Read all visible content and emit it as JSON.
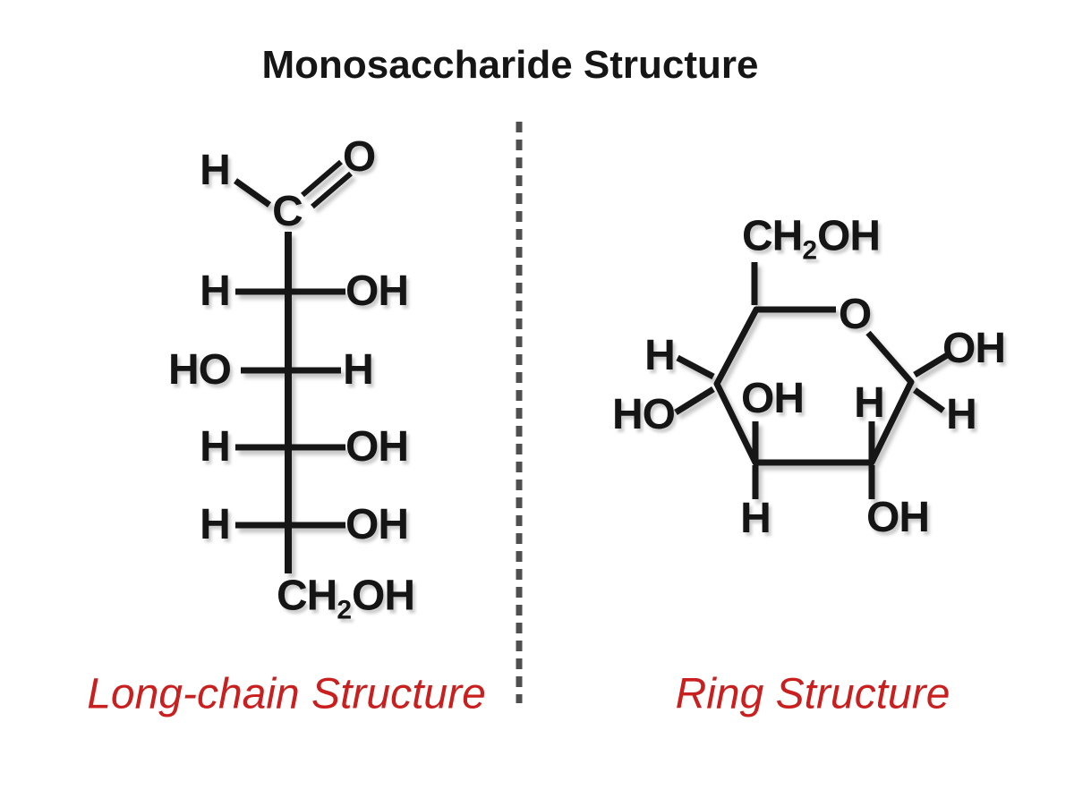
{
  "title": "Monosaccharide Structure",
  "colors": {
    "ink": "#151515",
    "accent_red": "#c9201f",
    "divider_gray": "#4f4f4f"
  },
  "fischer": {
    "caption": "Long-chain Structure",
    "aldehyde": {
      "h": "H",
      "c": "C",
      "o": "O"
    },
    "rows": [
      {
        "left": "H",
        "right": "OH"
      },
      {
        "left": "HO",
        "right": "H"
      },
      {
        "left": "H",
        "right": "OH"
      },
      {
        "left": "H",
        "right": "OH"
      }
    ],
    "terminal": {
      "ch": "CH",
      "sub": "2",
      "oh": "OH"
    }
  },
  "ring": {
    "caption": "Ring Structure",
    "top_group": {
      "ch": "CH",
      "sub": "2",
      "oh": "OH"
    },
    "oxygen": "O",
    "c4_h": "H",
    "c4_ho": "HO",
    "c3_oh_up": "OH",
    "c3_h_down": "H",
    "c2_h_up": "H",
    "c2_oh_down": "OH",
    "c1_oh": "OH",
    "c1_h": "H"
  }
}
